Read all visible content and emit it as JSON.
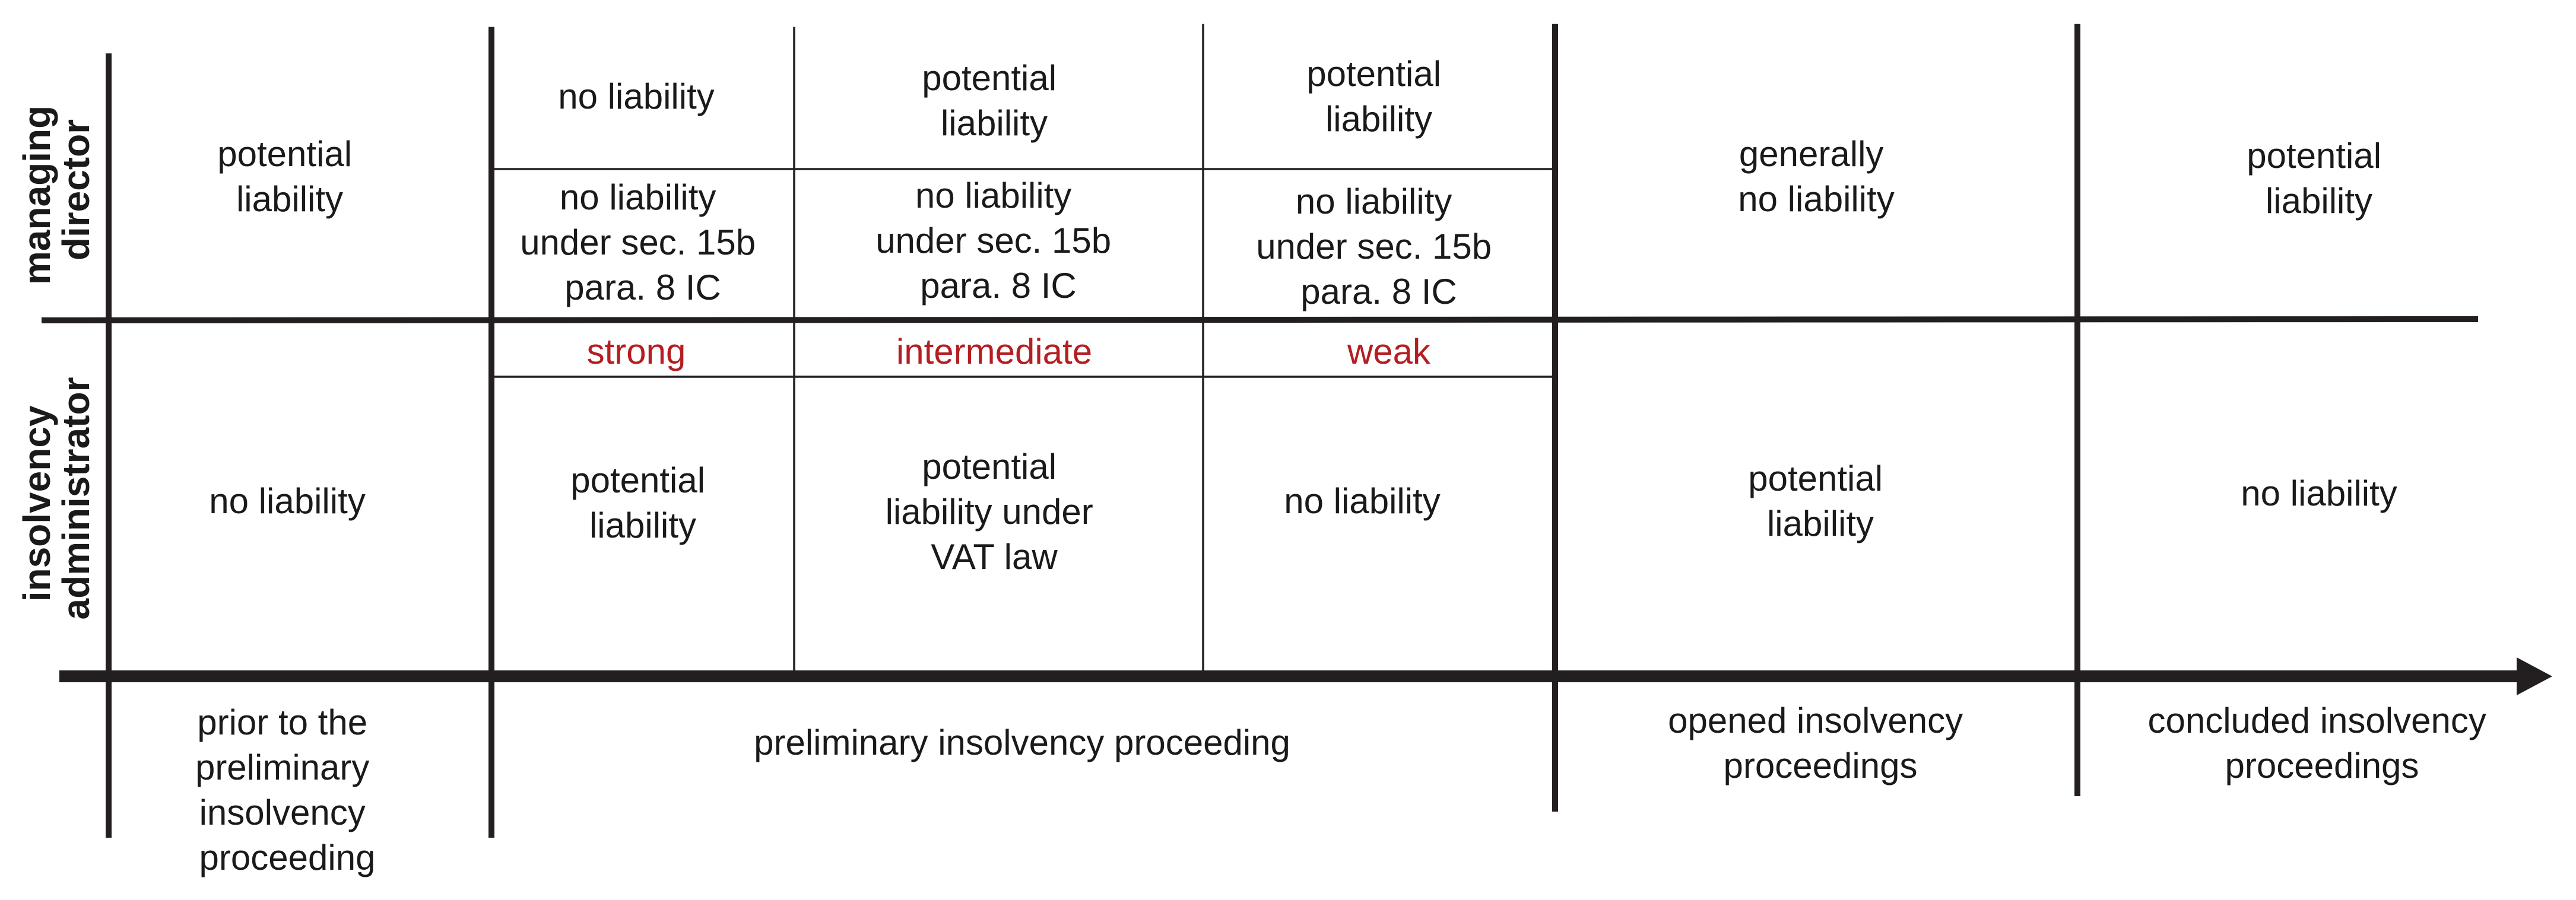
{
  "roles": {
    "managing_director": [
      "managing",
      "director"
    ],
    "insolvency_administrator": [
      "insolvency",
      "administrator"
    ]
  },
  "managing_director": {
    "prior": [
      "potential",
      "liability"
    ],
    "preliminary_top": {
      "strong": [
        "no liability"
      ],
      "intermediate": [
        "potential",
        "liability"
      ],
      "weak": [
        "potential",
        "liability"
      ]
    },
    "preliminary_bottom": {
      "strong": [
        "no liability",
        "under sec. 15b",
        "para. 8 IC"
      ],
      "intermediate": [
        "no liability",
        "under sec. 15b",
        "para. 8 IC"
      ],
      "weak": [
        "no liability",
        "under sec. 15b",
        "para. 8 IC"
      ]
    },
    "opened": [
      "generally",
      "no liability"
    ],
    "concluded": [
      "potential",
      "liability"
    ]
  },
  "administrator_types": {
    "strong": "strong",
    "intermediate": "intermediate",
    "weak": "weak"
  },
  "insolvency_administrator": {
    "prior": [
      "no liability"
    ],
    "strong": [
      "potential",
      "liability"
    ],
    "intermediate": [
      "potential",
      "liability under",
      "VAT law"
    ],
    "weak": [
      "no liability"
    ],
    "opened": [
      "potential",
      "liability"
    ],
    "concluded": [
      "no liability"
    ]
  },
  "phases": {
    "prior": [
      "prior to the",
      "preliminary",
      "insolvency",
      "proceeding"
    ],
    "preliminary": [
      "preliminary insolvency proceeding"
    ],
    "opened": [
      "opened insolvency",
      "proceedings"
    ],
    "concluded": [
      "concluded insolvency",
      "proceedings"
    ]
  },
  "colors": {
    "text": "#1a1a1a",
    "lines": "#231f20",
    "accent_red": "#b41e22"
  }
}
